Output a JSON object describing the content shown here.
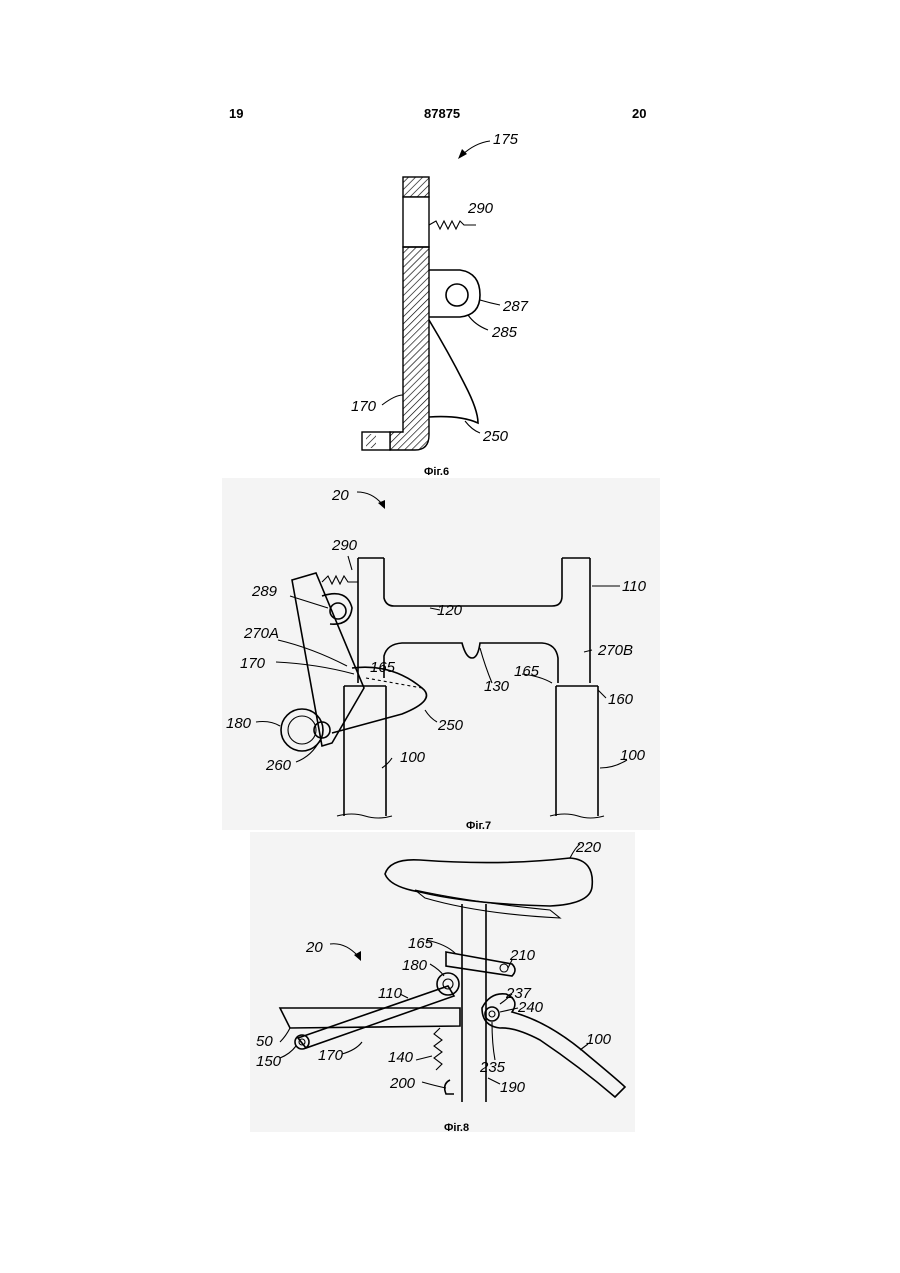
{
  "header": {
    "left_page": "19",
    "doc_number": "87875",
    "right_page": "20"
  },
  "figures": [
    {
      "caption": "Фіг.6",
      "labels": {
        "ref_175": "175",
        "ref_290": "290",
        "ref_287": "287",
        "ref_285": "285",
        "ref_170": "170",
        "ref_250": "250"
      }
    },
    {
      "caption": "Фіг.7",
      "labels": {
        "ref_20": "20",
        "ref_290": "290",
        "ref_289": "289",
        "ref_120": "120",
        "ref_110": "110",
        "ref_270A": "270A",
        "ref_170": "170",
        "ref_165a": "165",
        "ref_130": "130",
        "ref_165b": "165",
        "ref_270B": "270B",
        "ref_160": "160",
        "ref_180": "180",
        "ref_250": "250",
        "ref_260": "260",
        "ref_100a": "100",
        "ref_100b": "100"
      }
    },
    {
      "caption": "Фіг.8",
      "labels": {
        "ref_220": "220",
        "ref_20": "20",
        "ref_165": "165",
        "ref_210": "210",
        "ref_180": "180",
        "ref_110": "110",
        "ref_237": "237",
        "ref_240": "240",
        "ref_50": "50",
        "ref_100": "100",
        "ref_150": "150",
        "ref_170": "170",
        "ref_140": "140",
        "ref_235": "235",
        "ref_200": "200",
        "ref_190": "190"
      }
    }
  ]
}
